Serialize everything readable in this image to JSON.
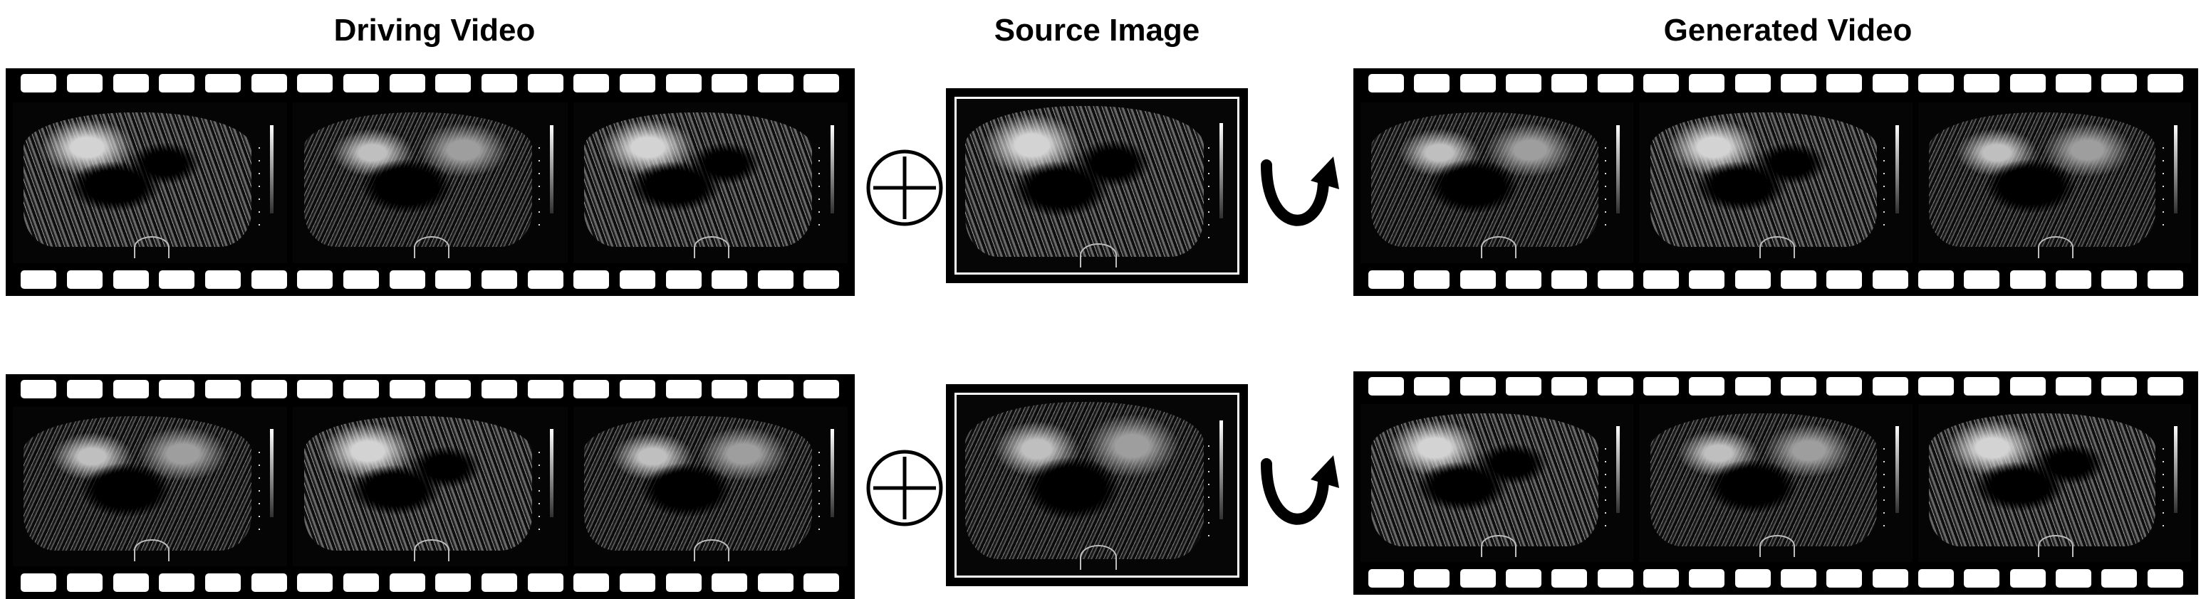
{
  "headings": {
    "driving": "Driving Video",
    "source": "Source Image",
    "generated": "Generated Video"
  },
  "rows": [
    {
      "driving_frames": 3,
      "generated_frames": 3,
      "source": "ultrasound-frame"
    },
    {
      "driving_frames": 3,
      "generated_frames": 3,
      "source": "ultrasound-frame"
    }
  ],
  "icons": {
    "plus": "circled-plus-icon",
    "arrow": "curved-arrow-icon"
  },
  "colors": {
    "film": "#000000",
    "background": "#ffffff"
  }
}
